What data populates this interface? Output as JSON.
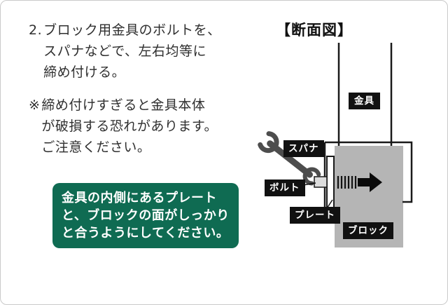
{
  "colors": {
    "green_bg": "#0f6b52",
    "label_bg": "#111111",
    "block_gray": "#b5b5b5",
    "spanner_gray": "#4d4d4d",
    "text": "#2f2f2f"
  },
  "instructions": {
    "step2": {
      "prefix": "2.",
      "lines": [
        "ブロック用金具のボルトを、",
        "スパナなどで、左右均等に",
        "締め付ける。"
      ]
    },
    "note": {
      "prefix": "※",
      "lines": [
        "締め付けすぎると金具本体",
        "が破損する恐れがあります。",
        "ご注意ください。"
      ]
    },
    "highlight": {
      "lines": [
        "金具の内側にあるプレート",
        "と、ブロックの面がしっかり",
        "と合うようにしてください。"
      ]
    }
  },
  "diagram": {
    "title": "【断面図】",
    "labels": {
      "fitting": "金具",
      "spanner": "スパナ",
      "bolt": "ボルト",
      "plate": "プレート",
      "block": "ブロック"
    }
  }
}
